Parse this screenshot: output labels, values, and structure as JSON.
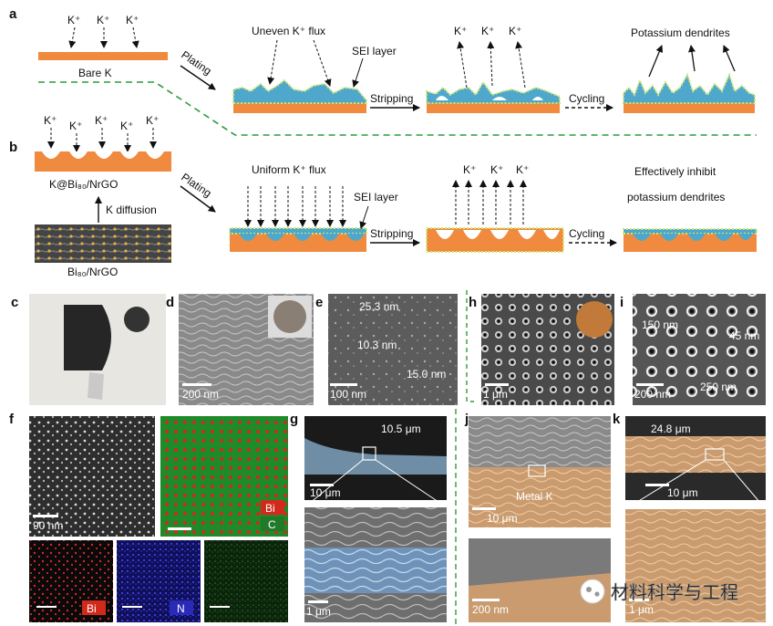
{
  "schematic": {
    "panel_a": "a",
    "panel_b": "b",
    "k_ion": "K⁺",
    "bare_k": "Bare K",
    "plating": "Plating",
    "stripping": "Stripping",
    "cycling": "Cycling",
    "uneven_flux": "Uneven K⁺ flux",
    "sei_layer": "SEI layer",
    "potassium_dendrites": "Potassium dendrites",
    "k_bi_nrgo": "K@Bi₈₀/NrGO",
    "k_diffusion": "K diffusion",
    "bi_nrgo": "Bi₈₀/NrGO",
    "uniform_flux": "Uniform K⁺ flux",
    "inhibit_line1": "Effectively inhibit",
    "inhibit_line2": "potassium dendrites"
  },
  "micrographs": {
    "c": {
      "label": "c"
    },
    "d": {
      "label": "d",
      "scale": "200 nm"
    },
    "e": {
      "label": "e",
      "scale": "100 nm",
      "m1": "25.3 nm",
      "m2": "10.3 nm",
      "m3": "15.0 nm"
    },
    "h": {
      "label": "h",
      "scale": "1 μm"
    },
    "i": {
      "label": "i",
      "scale": "200 nm",
      "m1": "150 nm",
      "m2": "45 nm",
      "m3": "250 nm"
    },
    "f": {
      "label": "f",
      "scale": "90 nm",
      "bi": "Bi",
      "c": "C",
      "n": "N"
    },
    "g": {
      "label": "g",
      "thickness": "10.5 μm",
      "scale1": "10 μm",
      "scale2": "1 μm"
    },
    "j": {
      "label": "j",
      "metal_k": "Metal K",
      "scale1": "10 μm",
      "scale2": "200 nm"
    },
    "k": {
      "label": "k",
      "thickness": "24.8 μm",
      "scale1": "10 μm",
      "scale2": "1 μm"
    }
  },
  "watermark": "材料科学与工程"
}
